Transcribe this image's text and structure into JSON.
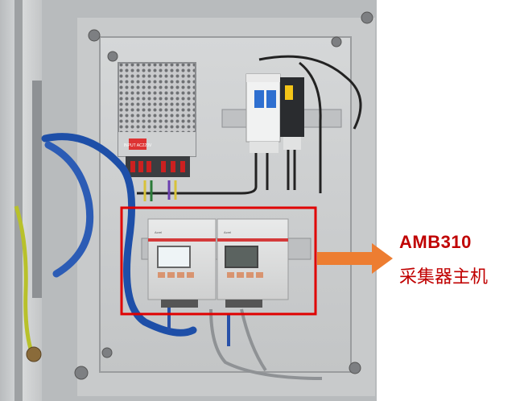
{
  "photo": {
    "subject": "electrical-cabinet",
    "devices": {
      "psu_label": "INPUT AC220V",
      "meter_left_brand": "Acrel",
      "meter_right_brand": "Acrel"
    }
  },
  "annotation": {
    "model": "AMB310",
    "description": "采集器主机",
    "highlight_color": "#e00000",
    "arrow_color": "#ed7d31",
    "text_color": "#c00000"
  }
}
